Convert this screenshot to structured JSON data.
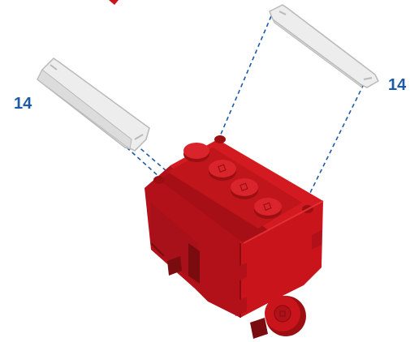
{
  "labels": {
    "left_part_qty": "14",
    "right_part_qty": "14"
  },
  "colors": {
    "background": "#ffffff",
    "brick_red": "#c8141a",
    "brick_red_dark": "#9b0f13",
    "brick_red_shadow": "#7a0b0e",
    "plate_grey": "#ededed",
    "plate_grey_edge": "#b9b9b9",
    "label_blue": "#1d5aa6",
    "guide_line_blue": "#1d5aa6"
  },
  "icons": {
    "left_part": "long-grey-axle-plate",
    "right_part": "long-grey-axle-plate",
    "assembly": "red-brick-engine-block"
  }
}
